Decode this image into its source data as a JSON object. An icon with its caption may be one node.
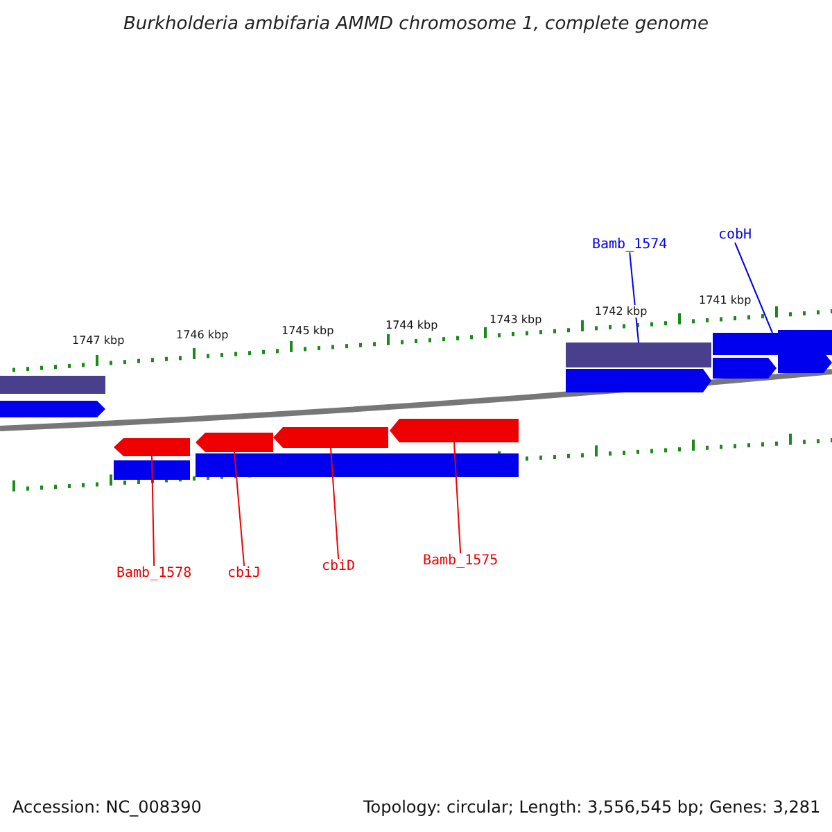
{
  "diagram": {
    "title": "Burkholderia ambifaria AMMD chromosome 1, complete genome",
    "nodes": [
      {
        "text": [
          "Bamb_1574"
        ]
      },
      {
        "text": [
          "cobH"
        ]
      },
      {
        "text": [
          "Bamb_1578"
        ]
      },
      {
        "text": [
          "cbiJ"
        ]
      },
      {
        "text": [
          "cbiD"
        ]
      },
      {
        "text": [
          "Bamb_1575"
        ]
      },
      {
        "text": [],
        "shape": "bar"
      },
      {
        "text": [],
        "shape": "bar"
      },
      {
        "text": [],
        "shape": "arrow"
      },
      {
        "text": [],
        "shape": "arrow"
      },
      {
        "text": [],
        "shape": "arrow"
      },
      {
        "text": [],
        "shape": "arrow"
      }
    ],
    "edges": [
      {
        "from": 0,
        "to": 6,
        "arrow": "none",
        "color": "#0000ee"
      },
      {
        "from": 1,
        "to": 7,
        "arrow": "none",
        "color": "#0000ee"
      },
      {
        "from": 2,
        "to": 8,
        "arrow": "none"
      },
      {
        "from": 3,
        "to": 9,
        "arrow": "none"
      },
      {
        "from": 4,
        "to": 10,
        "arrow": "none"
      },
      {
        "from": 5,
        "to": 11,
        "arrow": "none"
      }
    ],
    "labels": [
      "1747 kbp",
      "1746 kbp",
      "1745 kbp",
      "1744 kbp",
      "1743 kbp",
      "1742 kbp",
      "1741 kbp",
      "Accession: NC_008390",
      "Topology: circular; Length: 3,556,545 bp; Genes: 3,281"
    ]
  }
}
